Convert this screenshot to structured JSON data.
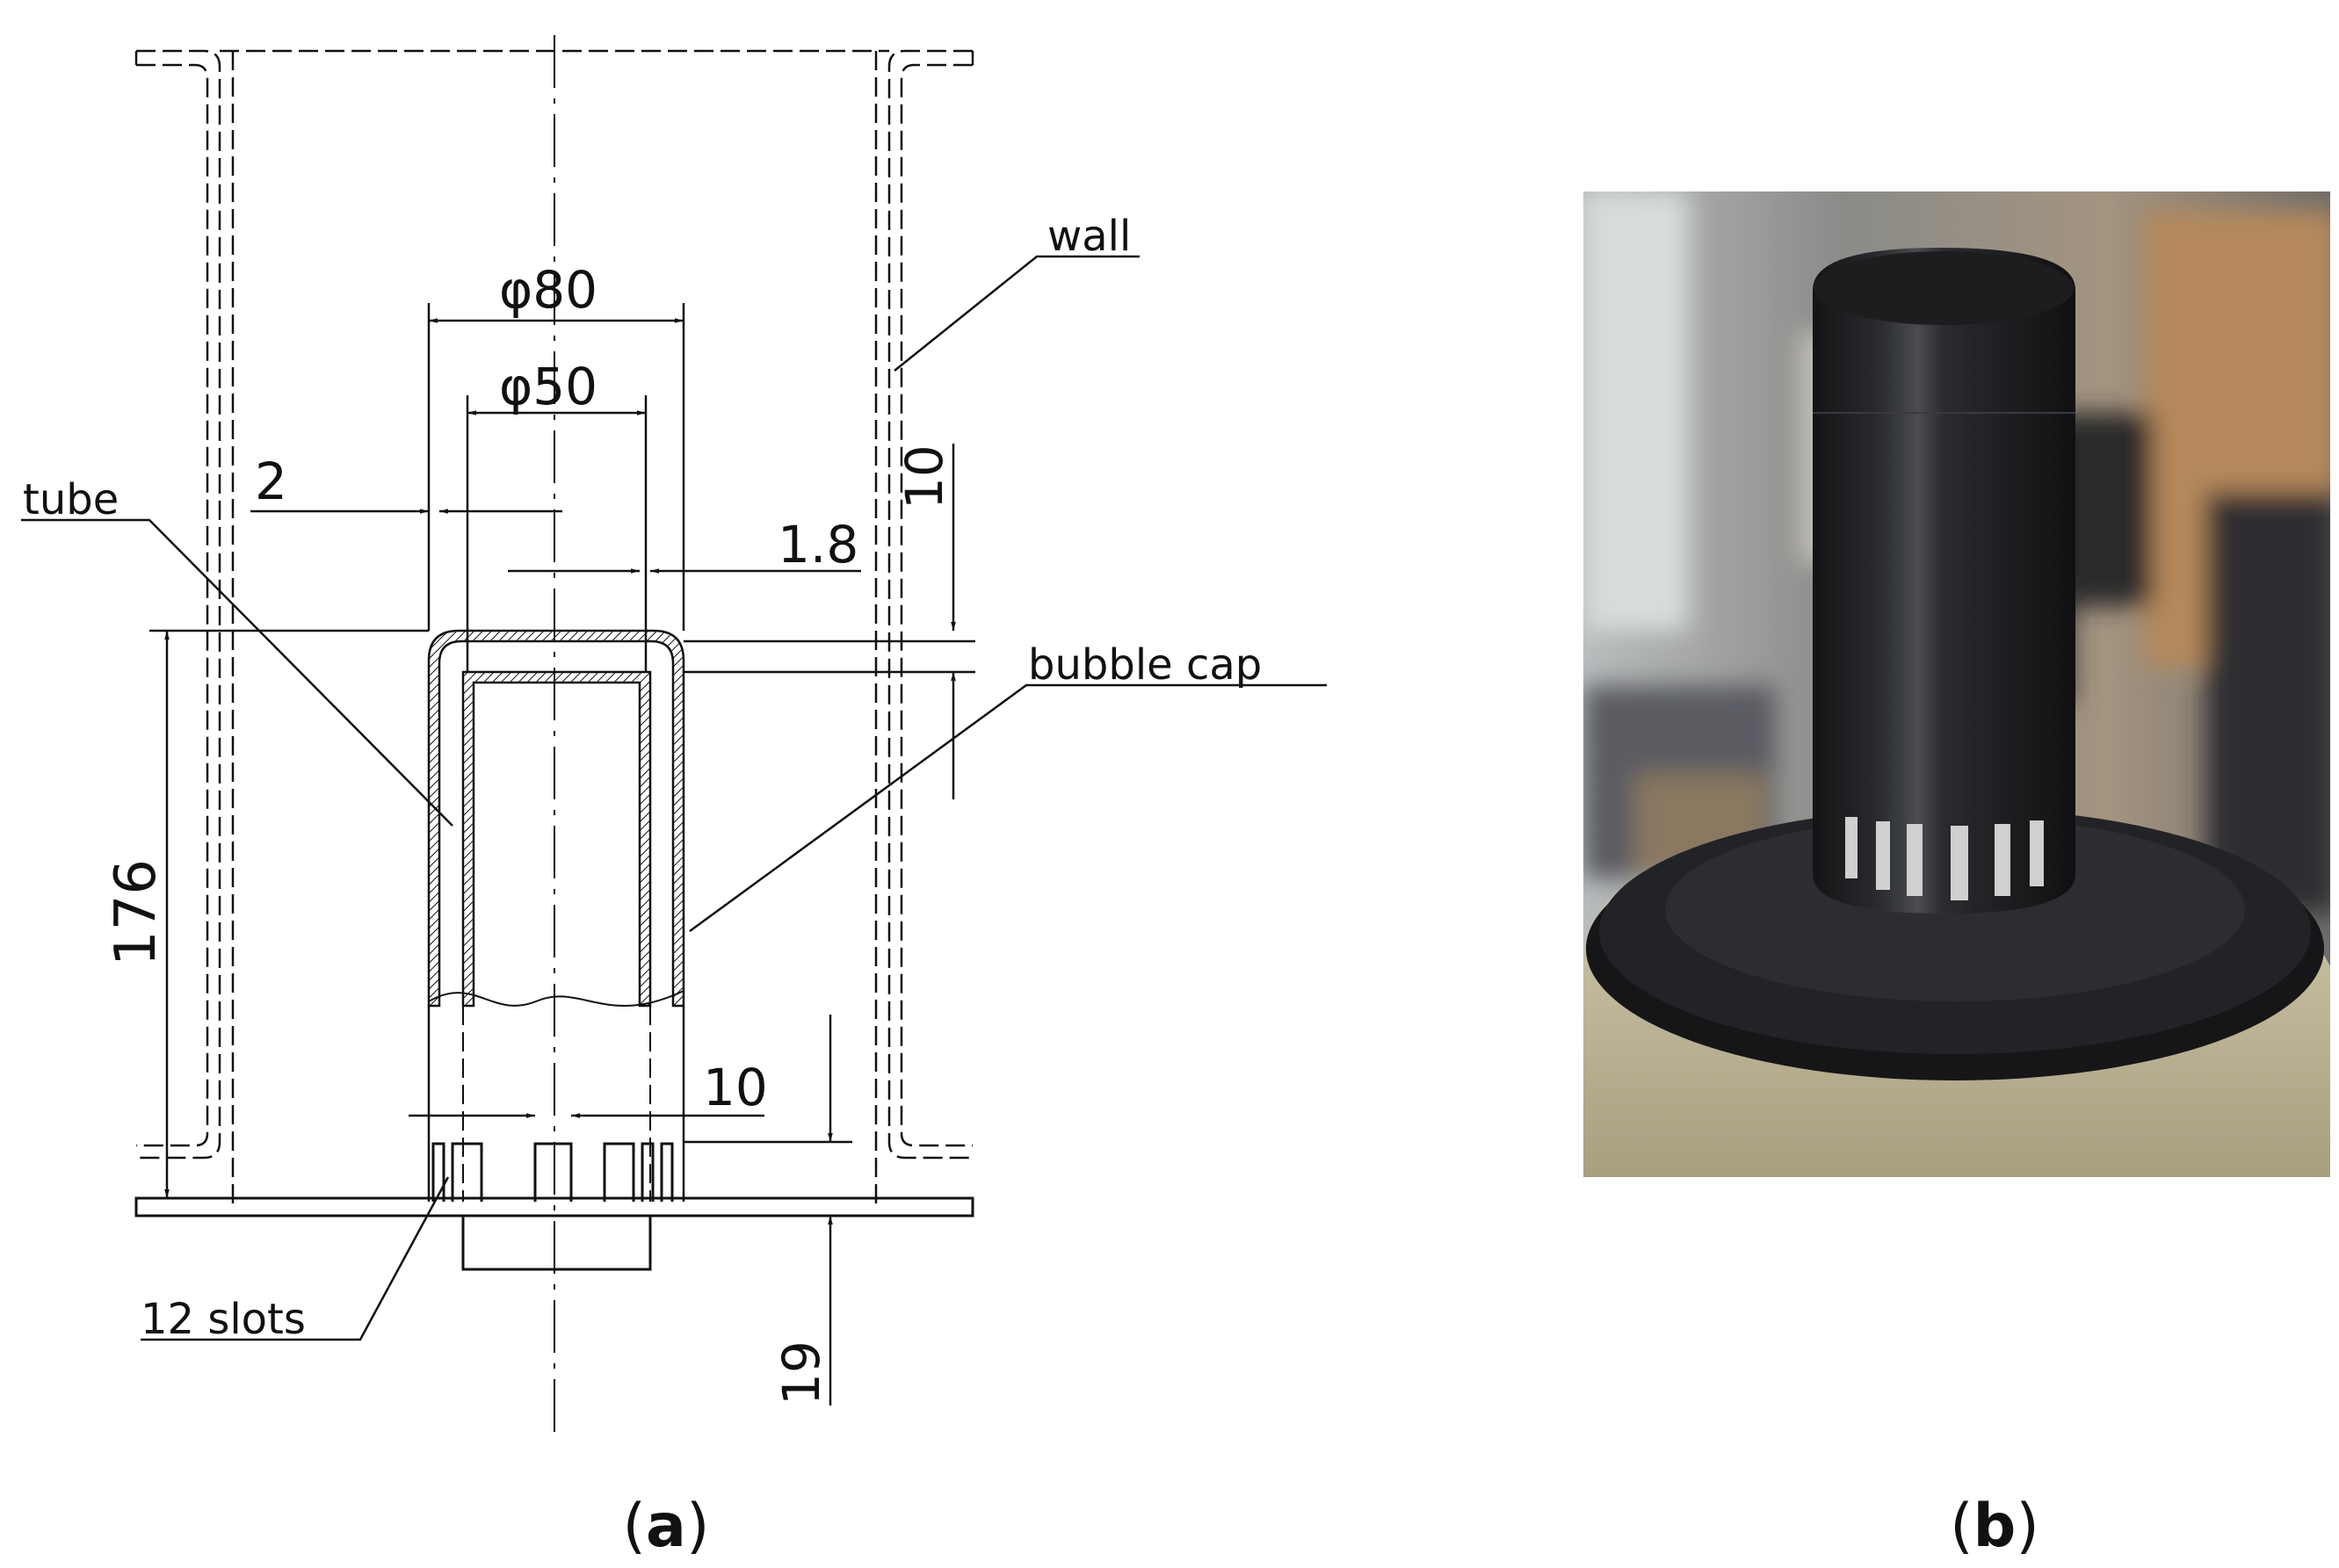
{
  "panel_a": {
    "caption_open": "(",
    "caption_letter": "a",
    "caption_close": ")",
    "labels": {
      "wall": "wall",
      "tube": "tube",
      "bubble_cap": "bubble cap",
      "slots": "12 slots"
    },
    "dimensions": {
      "phi80": "φ80",
      "phi50": "φ50",
      "d2": "2",
      "d1_8": "1.8",
      "d10_top": "10",
      "d176": "176",
      "d10_slot": "10",
      "d19": "19"
    }
  },
  "panel_b": {
    "caption_open": "(",
    "caption_letter": "b",
    "caption_close": ")",
    "photo_subject": "3D-printed black bubble cap mounted on a tray plate"
  },
  "colors": {
    "line": "#111111",
    "photo_object": "#1b1b1d",
    "photo_background": "#9a9a95"
  }
}
